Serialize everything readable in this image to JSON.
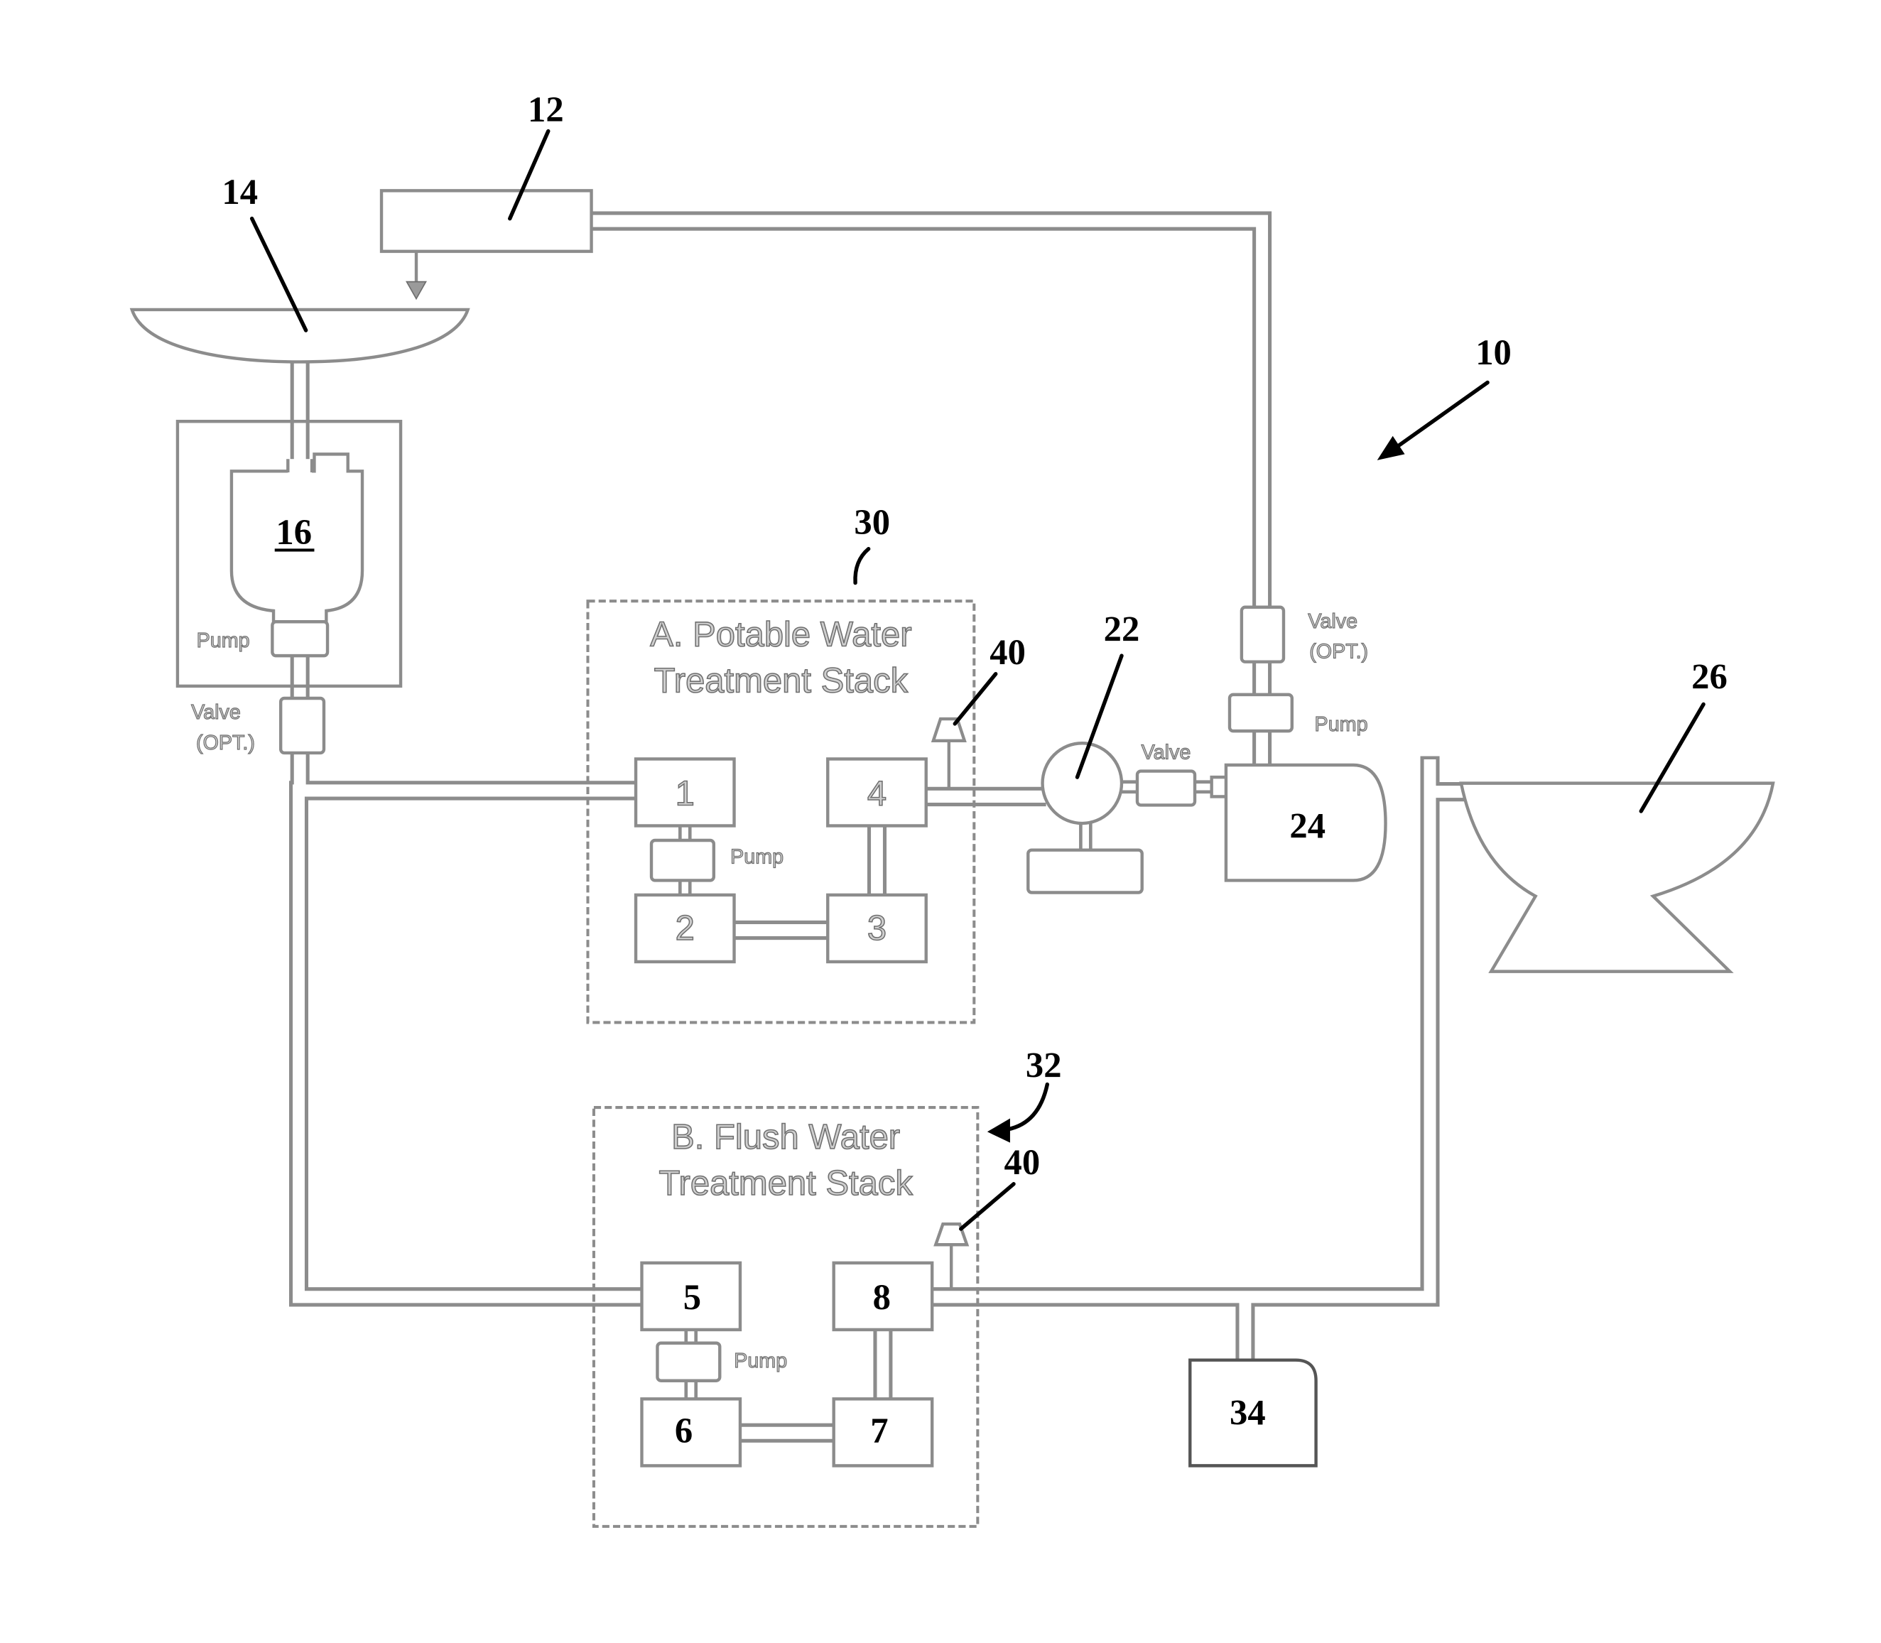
{
  "figure": {
    "system_ref": "10",
    "ref_12": "12",
    "ref_14": "14",
    "ref_16": "16",
    "ref_22": "22",
    "ref_24": "24",
    "ref_26": "26",
    "ref_30": "30",
    "ref_32": "32",
    "ref_34": "34",
    "ref_40_a": "40",
    "ref_40_b": "40"
  },
  "stack_a": {
    "title": [
      "A. Potable Water",
      "Treatment Stack"
    ],
    "units": [
      "1",
      "2",
      "3",
      "4"
    ],
    "pump_label": "Pump"
  },
  "stack_b": {
    "title": [
      "B. Flush Water",
      "Treatment Stack"
    ],
    "units": [
      "5",
      "6",
      "7",
      "8"
    ],
    "pump_label": "Pump"
  },
  "components": {
    "tank_pump_label": "Pump",
    "left_valve_label": [
      "Valve",
      "(OPT.)"
    ],
    "inline_valve_label": "Valve",
    "right_valve_label": [
      "Valve",
      "(OPT.)"
    ],
    "right_pump_label": "Pump"
  },
  "colors": {
    "line": "#8c8c8c",
    "ink": "#000000",
    "label_fill": "#cfcfcf",
    "background": "#ffffff"
  }
}
